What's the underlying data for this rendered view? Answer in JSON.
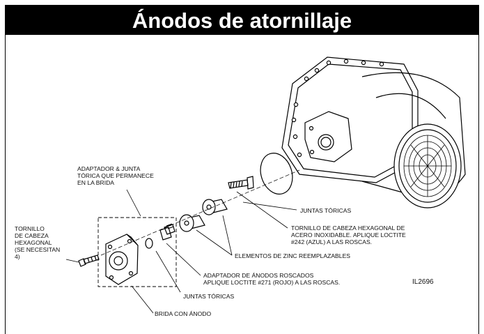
{
  "title": "Ánodos de atornillaje",
  "labels": {
    "adapter_top": "ADAPTADOR & JUNTA\nTÓRICA QUE PERMANECE\nEN LA BRIDA",
    "hex_screw_left": "TORNILLO\nDE CABEZA\nHEXAGONAL\n(SE NECESITAN\n4)",
    "o_rings_right": "JUNTAS TÓRICAS",
    "hex_screw_right": "TORNILLO DE CABEZA HEXAGONAL DE\nACERO INOXIDABLE. APLIQUE LOCTITE\n#242 (AZUL) A LAS ROSCAS.",
    "zinc_elements": "ELEMENTOS DE ZINC REEMPLAZABLES",
    "threaded_adapter": "ADAPTADOR DE ÁNODOS ROSCADOS\nAPLIQUE LOCTITE #271 (ROJO) A LAS ROSCAS.",
    "o_rings_bottom": "JUNTAS TÓRICAS",
    "flange": "BRIDA CON ÁNODO",
    "figure_id": "IL2696"
  }
}
